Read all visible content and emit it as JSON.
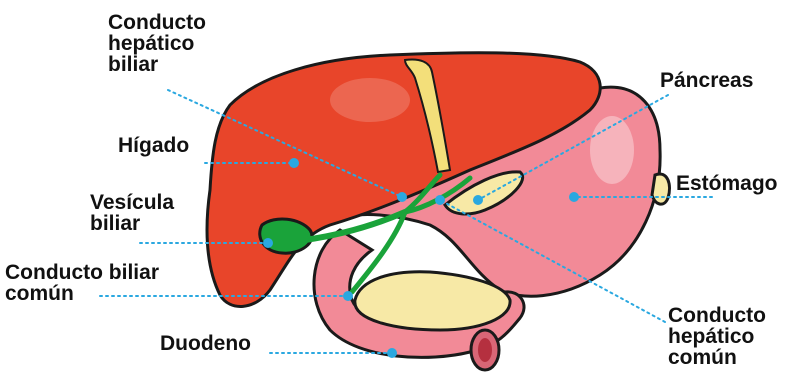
{
  "colors": {
    "liver": "#e8452a",
    "liver_dark": "#c7331c",
    "bile": "#1aa33a",
    "stomach": "#f28a97",
    "stomach_dark": "#d96676",
    "pancreas": "#f7e9a6",
    "leader": "#2aa8e0",
    "outline": "#1a1a1a"
  },
  "labels": {
    "conducto_hepatico_biliar": "Conducto\nhepático\nbiliar",
    "higado": "Hígado",
    "vesicula_biliar": "Vesícula\nbiliar",
    "conducto_biliar_comun": "Conducto biliar\ncomún",
    "duodeno": "Duodeno",
    "pancreas": "Páncreas",
    "estomago": "Estómago",
    "conducto_hepatico_comun": "Conducto\nhepático\ncomún"
  }
}
